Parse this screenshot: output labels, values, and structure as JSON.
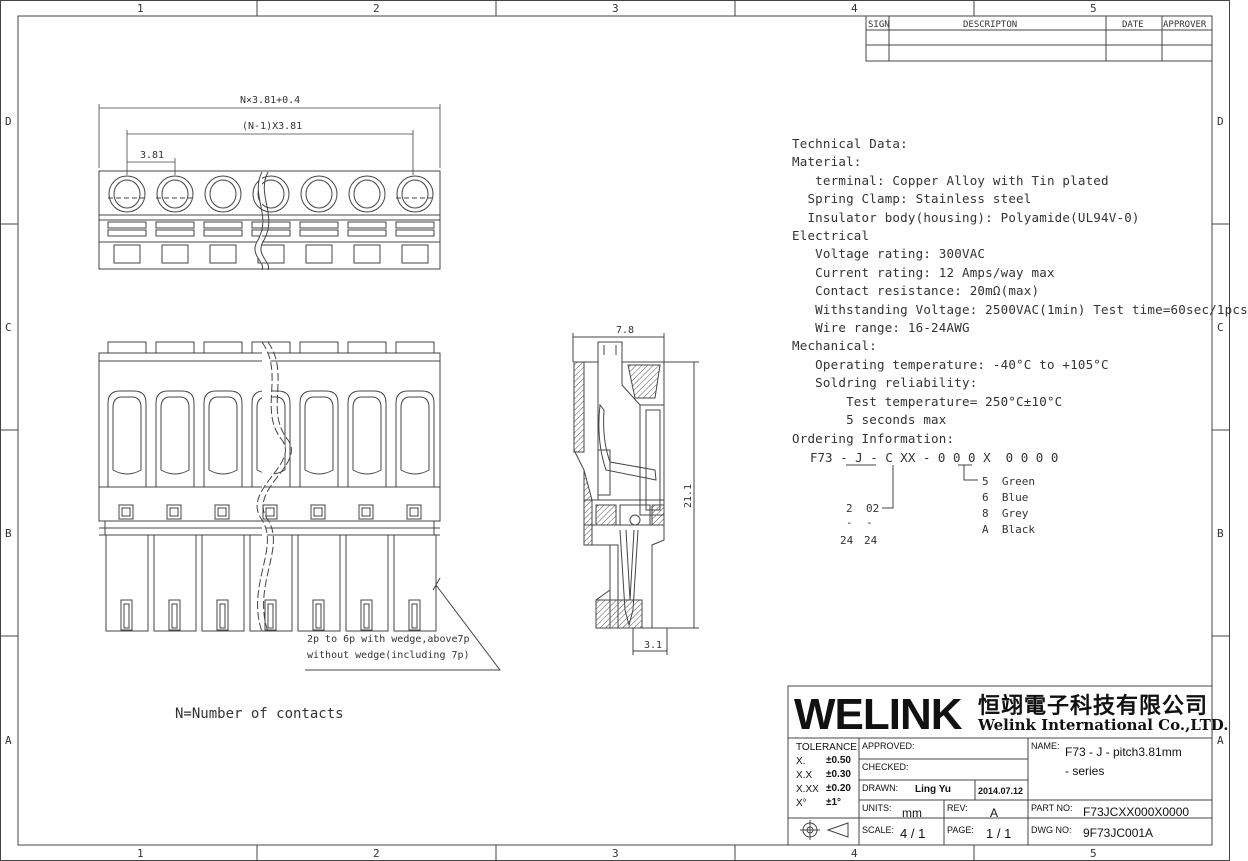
{
  "frame": {
    "columns": [
      "1",
      "2",
      "3",
      "4",
      "5"
    ],
    "rows": [
      "D",
      "C",
      "B",
      "A"
    ]
  },
  "revision_table": {
    "headers": [
      "SIGN",
      "DESCRIPTON",
      "DATE",
      "APPROVER"
    ]
  },
  "top_view": {
    "dim_total": "N×3.81+0.4",
    "dim_span": "(N-1)X3.81",
    "dim_pitch": "3.81"
  },
  "front_view": {
    "note_line1": "2p to 6p with wedge,above7p",
    "note_line2": "without wedge(including 7p)"
  },
  "side_view": {
    "dim_width": "7.8",
    "dim_height": "21.1",
    "dim_pin": "3.1"
  },
  "legend": {
    "n_def": "N=Number of contacts"
  },
  "technical": {
    "lines": [
      "Technical Data:",
      "Material:",
      "   terminal: Copper Alloy with Tin plated",
      "  Spring Clamp: Stainless steel",
      "  Insulator body(housing): Polyamide(UL94V-0)",
      "Electrical",
      "   Voltage rating: 300VAC",
      "   Current rating: 12 Amps/way max",
      "   Contact resistance: 20mΩ(max)",
      "   Withstanding Voltage: 2500VAC(1min) Test time=60sec/1pcs",
      "   Wire range: 16-24AWG",
      "Mechanical:",
      "   Operating temperature: -40°C to +105°C",
      "   Soldring reliability:",
      "       Test temperature= 250°C±10°C",
      "       5 seconds max",
      "Ordering Information:"
    ]
  },
  "ordering": {
    "code": "F73 - J - C XX - 0 0 0 X  0 0 0 0",
    "pins_from": "2",
    "pins_code_from": "02",
    "dash1": "-",
    "dash2": "-",
    "pins_to": "24",
    "pins_code_to": "24",
    "colors": [
      {
        "code": "5",
        "name": "Green"
      },
      {
        "code": "6",
        "name": "Blue"
      },
      {
        "code": "8",
        "name": "Grey"
      },
      {
        "code": "A",
        "name": "Black"
      }
    ]
  },
  "title_block": {
    "brand": "WELINK",
    "company_cn": "恒翊電子科技有限公司",
    "company_en": "Welink International Co.,LTD.",
    "tolerance_label": "TOLERANCE",
    "tolerances": [
      {
        "k": "X.",
        "v": "±0.50"
      },
      {
        "k": "X.X",
        "v": "±0.30"
      },
      {
        "k": "X.XX",
        "v": "±0.20"
      },
      {
        "k": "X°",
        "v": "±1°"
      }
    ],
    "approved_label": "APPROVED:",
    "checked_label": "CHECKED:",
    "drawn_label": "DRAWN:",
    "drawn_by": "Ling Yu",
    "drawn_date": "2014.07.12",
    "units_label": "UNITS:",
    "units": "mm",
    "rev_label": "REV:",
    "rev": "A",
    "scale_label": "SCALE:",
    "scale": "4 / 1",
    "page_label": "PAGE:",
    "page": "1 / 1",
    "name_label": "NAME:",
    "name_line1": "F73 - J - pitch3.81mm",
    "name_line2": "- series",
    "part_no_label": "PART NO:",
    "part_no": "F73JCXX000X0000",
    "dwg_no_label": "DWG NO:",
    "dwg_no": "9F73JC001A"
  }
}
